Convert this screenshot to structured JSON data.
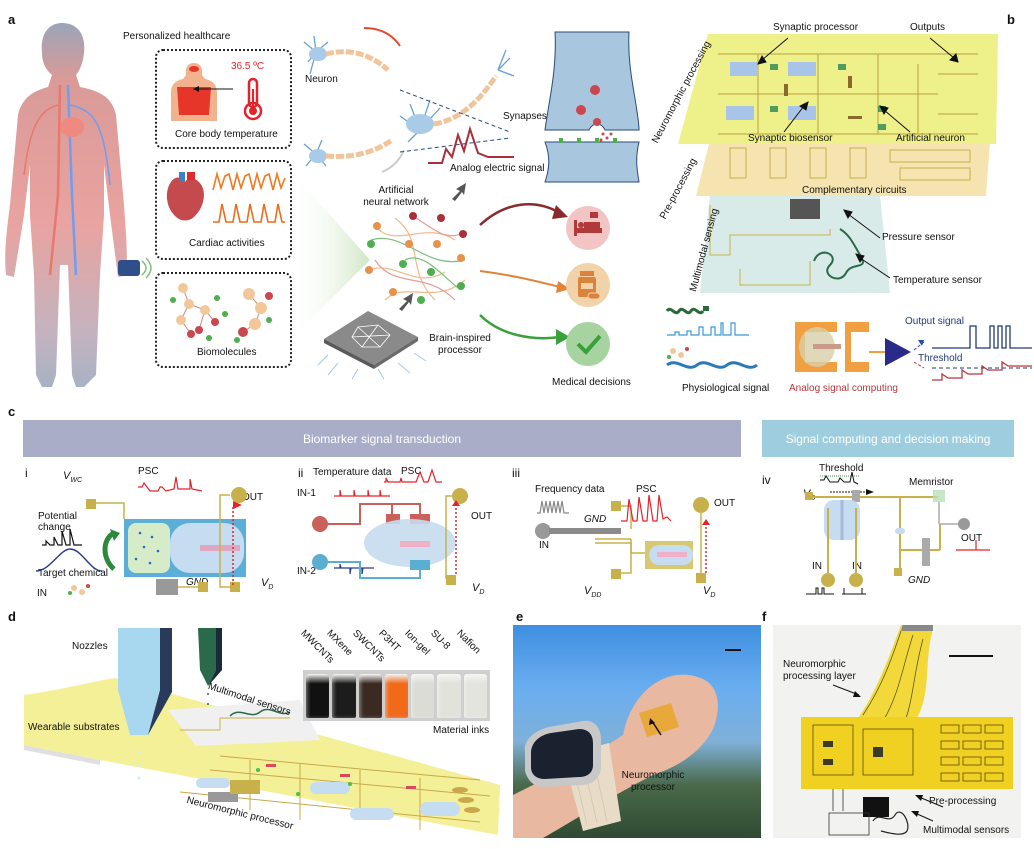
{
  "panel_labels": {
    "a": "a",
    "b": "b",
    "c": "c",
    "d": "d",
    "e": "e",
    "f": "f"
  },
  "panel_a": {
    "title": "Personalized healthcare",
    "boxes": [
      {
        "label": "Core body temperature",
        "value": "36.5 ºC"
      },
      {
        "label": "Cardiac activities"
      },
      {
        "label": "Biomolecules"
      }
    ],
    "neuron_label": "Neuron",
    "synapses_label": "Synapses",
    "analog_signal_label": "Analog electric signal",
    "ann_label_1": "Artificial",
    "ann_label_2": "neural network",
    "processor_label_1": "Brain-inspired",
    "processor_label_2": "processor",
    "decision_label": "Medical decisions",
    "decision_icons": [
      "hospital-bed-icon",
      "medicine-bottle-icon",
      "checkmark-icon"
    ],
    "colors": {
      "bed": "#f2c4c4",
      "meds": "#f2d2a8",
      "check": "#a6d3a0",
      "body": "#e8908a",
      "vein": "#6f9ef0"
    }
  },
  "panel_b": {
    "layers": [
      "Neuromorphic processing",
      "Pre-processing",
      "Multimodal sensing"
    ],
    "annotations": {
      "synaptic_processor": "Synaptic processor",
      "outputs": "Outputs",
      "synaptic_biosensor": "Synaptic biosensor",
      "artificial_neuron": "Artificial neuron",
      "complementary_circuits": "Complementary circuits",
      "pressure_sensor": "Pressure sensor",
      "temperature_sensor": "Temperature sensor"
    },
    "bottom": {
      "physiological_signal": "Physiological signal",
      "analog_signal_computing": "Analog signal computing",
      "output_signal": "Output signal",
      "threshold": "Threshold"
    },
    "colors": {
      "top": "#eef08a",
      "mid": "#f5e3b0",
      "bottom": "#d8ebe8",
      "output": "#1f3a7a",
      "analog": "#b8373a"
    }
  },
  "panel_c": {
    "banner_left": "Biomarker signal transduction",
    "banner_right": "Signal computing and decision making",
    "banner_left_color": "#a9adc8",
    "banner_right_color": "#9ecde0",
    "i": {
      "roman": "i",
      "vwc": "V",
      "vwc_sub": "WC",
      "psc": "PSC",
      "out": "OUT",
      "potential_1": "Potential",
      "potential_2": "change",
      "target": "Target chemical",
      "in": "IN",
      "gnd": "GND",
      "vd": "V",
      "vd_sub": "D"
    },
    "ii": {
      "roman": "ii",
      "temperature": "Temperature data",
      "psc": "PSC",
      "in1": "IN-1",
      "in2": "IN-2",
      "out": "OUT",
      "vd": "V",
      "vd_sub": "D"
    },
    "iii": {
      "roman": "iii",
      "frequency": "Frequency data",
      "psc": "PSC",
      "gnd": "GND",
      "in": "IN",
      "out": "OUT",
      "vdd": "V",
      "vdd_sub": "DD",
      "vd": "V",
      "vd_sub": "D"
    },
    "iv": {
      "roman": "iv",
      "threshold": "Threshold",
      "memristor": "Memristor",
      "vd": "V",
      "vd_sub": "D",
      "out": "OUT",
      "in_a": "IN",
      "in_b": "IN",
      "gnd": "GND"
    }
  },
  "panel_d": {
    "nozzles": "Nozzles",
    "multimodal_sensors": "Multimodal sensors",
    "wearable_substrates": "Wearable substrates",
    "neuromorphic_processor": "Neuromorphic processor",
    "material_inks_label": "Material inks",
    "inks": [
      {
        "name": "MWCNTs",
        "color": "#111111"
      },
      {
        "name": "MXene",
        "color": "#1c1c1c"
      },
      {
        "name": "SWCNTs",
        "color": "#3a2a22"
      },
      {
        "name": "P3HT",
        "color": "#f06a1a"
      },
      {
        "name": "Ion-gel",
        "color": "#dcdcd6"
      },
      {
        "name": "SU-8",
        "color": "#e2e2dc"
      },
      {
        "name": "Nafion",
        "color": "#e4e4de"
      }
    ]
  },
  "panel_e": {
    "label_1": "Neuromorphic",
    "label_2": "processor"
  },
  "panel_f": {
    "layer_label_1": "Neuromorphic",
    "layer_label_2": "processing layer",
    "pre_processing": "Pre-processing",
    "multimodal_sensors": "Multimodal sensors"
  }
}
